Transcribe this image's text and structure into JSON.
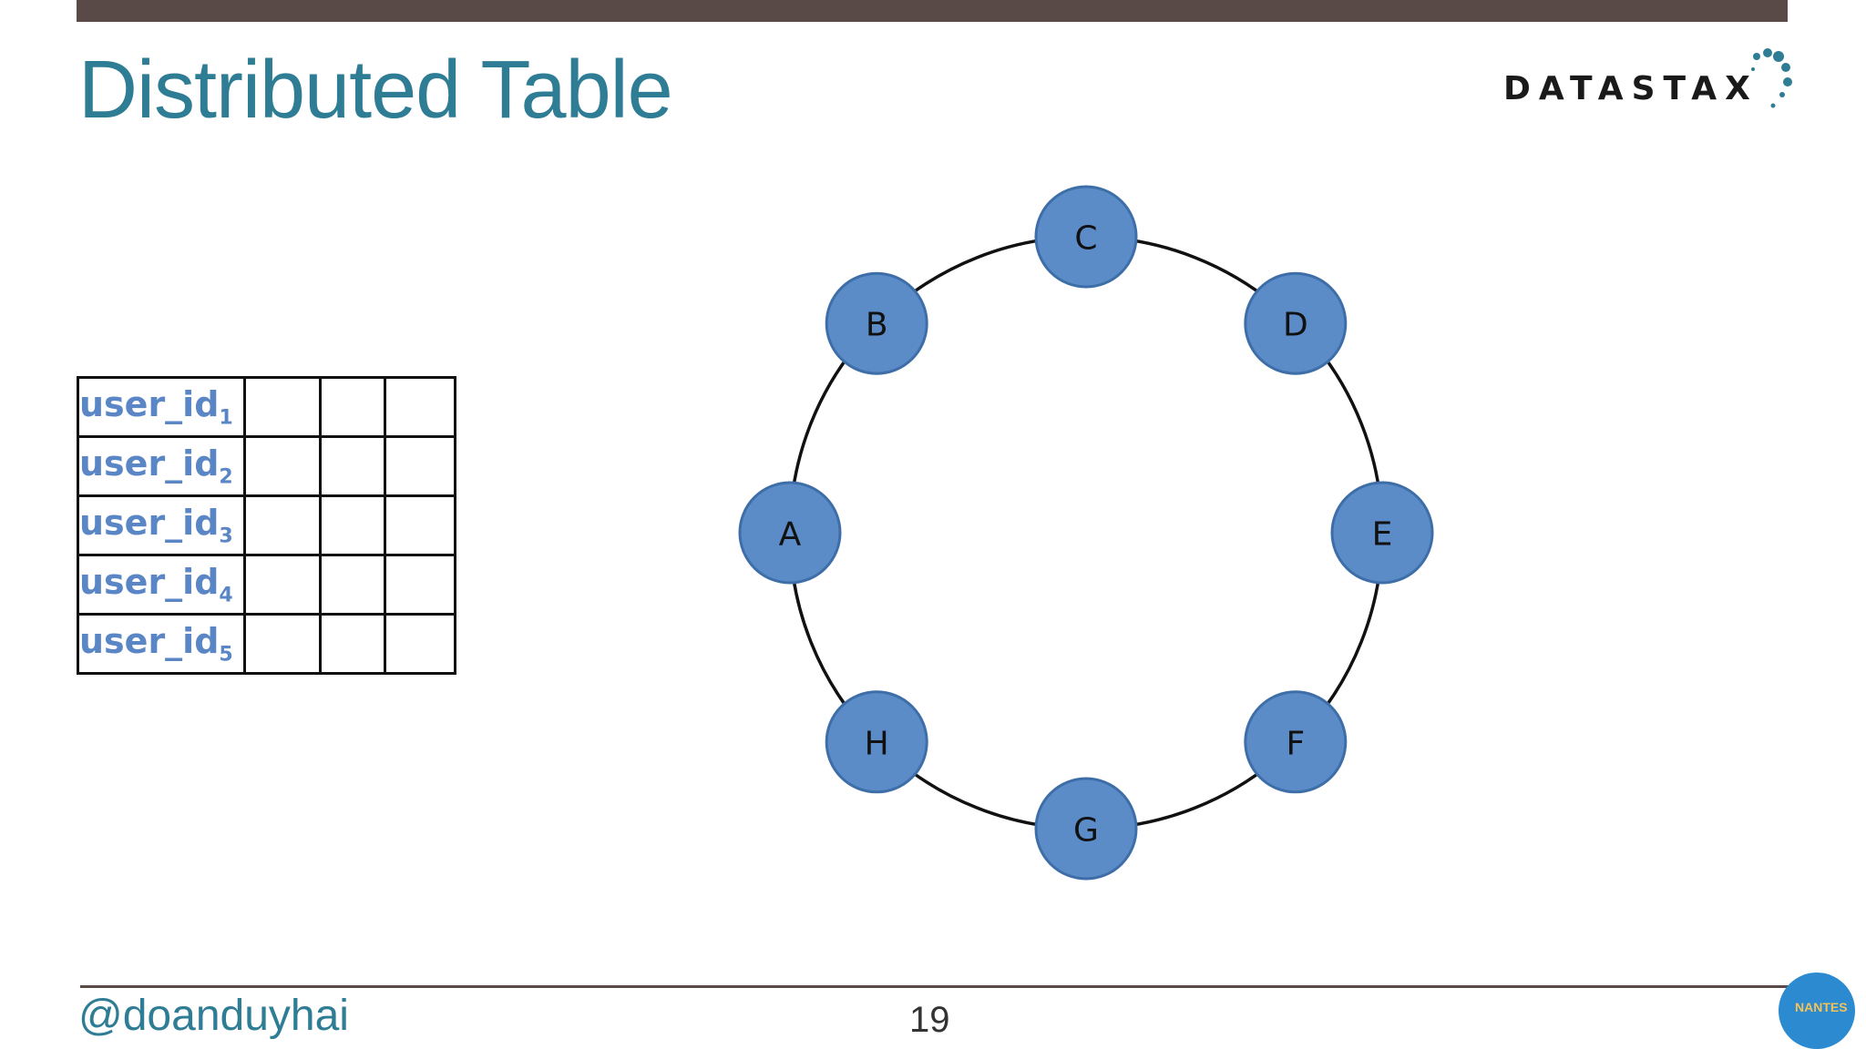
{
  "slide": {
    "title": "Distributed Table",
    "logo_text": "DATASTAX",
    "handle": "@doanduyhai",
    "page_number": "19",
    "badge_text": "NANTES"
  },
  "table": {
    "rows": [
      {
        "key": "user_id",
        "sub": "1"
      },
      {
        "key": "user_id",
        "sub": "2"
      },
      {
        "key": "user_id",
        "sub": "3"
      },
      {
        "key": "user_id",
        "sub": "4"
      },
      {
        "key": "user_id",
        "sub": "5"
      }
    ]
  },
  "ring": {
    "nodes": [
      "A",
      "B",
      "C",
      "D",
      "E",
      "F",
      "G",
      "H"
    ],
    "node_color": "#5b8cc8",
    "node_stroke": "#3e6ea8"
  },
  "colors": {
    "title": "#2e7d94",
    "bar": "#5a4a47",
    "key_text": "#5b86c6"
  }
}
